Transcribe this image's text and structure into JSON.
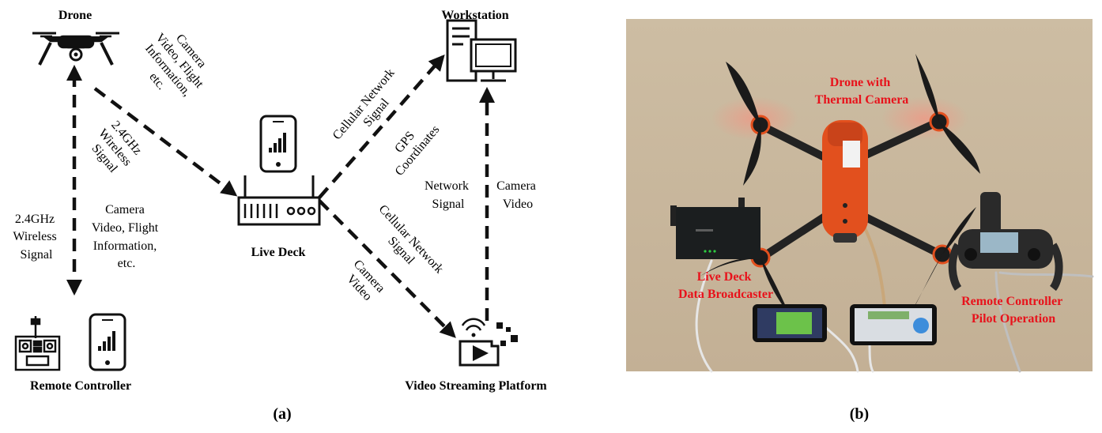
{
  "panel_a": {
    "nodes": {
      "drone": "Drone",
      "workstation": "Workstation",
      "live_deck": "Live Deck",
      "remote_controller": "Remote Controller",
      "video_platform": "Video Streaming Platform"
    },
    "edge_labels": {
      "drone_to_deck": [
        "Camera",
        "Video, Flight",
        "Information,",
        "etc."
      ],
      "rc_drone_diag": [
        "2.4GHz",
        "Wireless",
        "Signal"
      ],
      "rc_left": [
        "2.4GHz",
        "Wireless",
        "Signal"
      ],
      "rc_right": [
        "Camera",
        "Video, Flight",
        "Information,",
        "etc."
      ],
      "deck_to_ws_cell": [
        "Cellular Network",
        "Signal"
      ],
      "deck_to_ws_gps": [
        "GPS",
        "Coordinates"
      ],
      "network_signal": [
        "Network",
        "Signal"
      ],
      "camera_video_right": [
        "Camera",
        "Video"
      ],
      "deck_to_vsp_cell": [
        "Cellular Network",
        "Signal"
      ],
      "deck_to_vsp_video": [
        "Camera",
        "Video"
      ]
    },
    "caption": "(a)"
  },
  "panel_b": {
    "labels": {
      "drone": [
        "Drone with",
        "Thermal Camera"
      ],
      "live_deck": [
        "Live Deck",
        "Data Broadcaster"
      ],
      "remote": [
        "Remote Controller",
        "Pilot Operation"
      ]
    },
    "caption": "(b)",
    "colors": {
      "label": "#e8121b",
      "drone_body": "#e2501e",
      "table": "#c9b79c"
    }
  }
}
